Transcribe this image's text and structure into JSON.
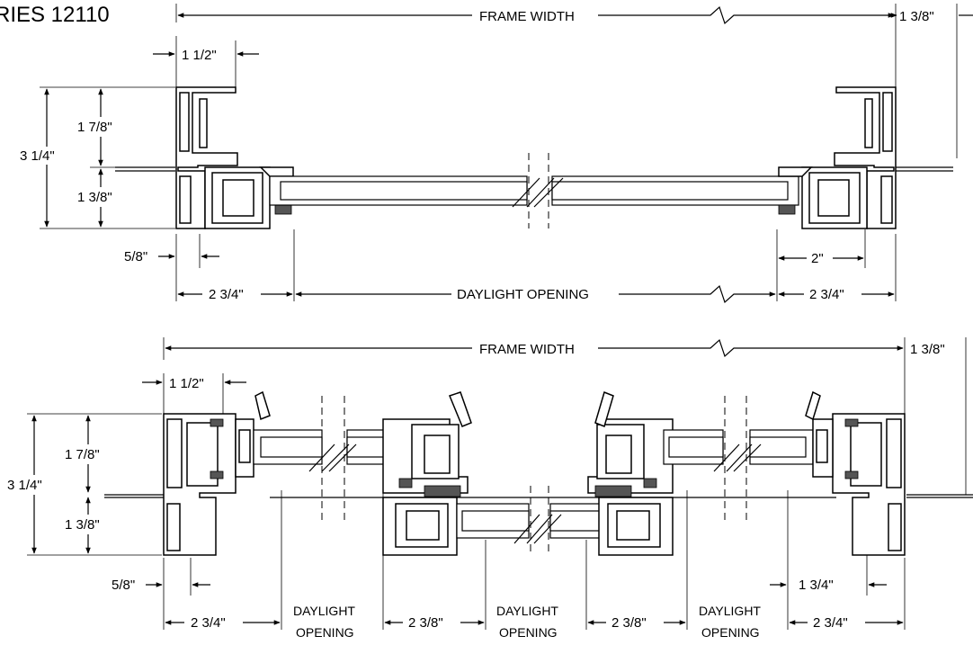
{
  "title": "RIES 12110",
  "top_section": {
    "frame_width": "FRAME WIDTH",
    "right_offset": "1 3/8\"",
    "face_width": "1 1/2\"",
    "overall_depth": "3 1/4\"",
    "upper_depth": "1 7/8\"",
    "lower_depth": "1 3/8\"",
    "sightline_small": "5/8\"",
    "right_sightline": "2\"",
    "left_frame": "2 3/4\"",
    "daylight_opening": "DAYLIGHT OPENING",
    "right_frame": "2 3/4\""
  },
  "bottom_section": {
    "frame_width": "FRAME WIDTH",
    "right_offset": "1 3/8\"",
    "face_width": "1 1/2\"",
    "overall_depth": "3 1/4\"",
    "upper_depth": "1 7/8\"",
    "lower_depth": "1 3/8\"",
    "sightline_small": "5/8\"",
    "right_sightline": "1 3/4\"",
    "left_frame": "2 3/4\"",
    "daylight_1_line1": "DAYLIGHT",
    "daylight_1_line2": "OPENING",
    "mullion_1": "2 3/8\"",
    "daylight_2_line1": "DAYLIGHT",
    "daylight_2_line2": "OPENING",
    "mullion_2": "2 3/8\"",
    "daylight_3_line1": "DAYLIGHT",
    "daylight_3_line2": "OPENING",
    "right_frame": "2 3/4\""
  }
}
